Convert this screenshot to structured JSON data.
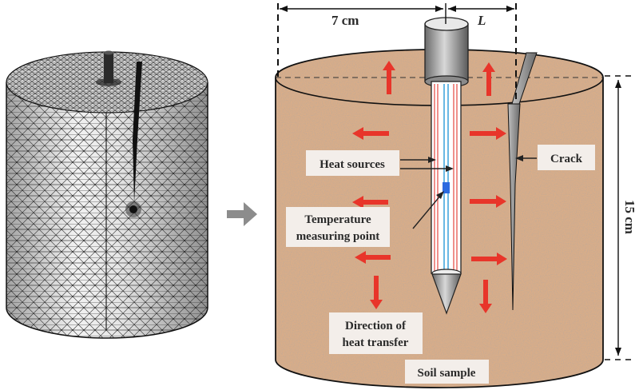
{
  "dimensions": {
    "radius": "7 cm",
    "crack_offset": "L",
    "height": "15 cm"
  },
  "labels": {
    "heat_sources": "Heat  sources",
    "temperature_line1": "Temperature",
    "temperature_line2": "measuring point",
    "crack": "Crack",
    "direction_line1": "Direction of",
    "direction_line2": "heat transfer",
    "soil_sample": "Soil sample"
  },
  "colors": {
    "soil": "#d9ad88",
    "heat_arrow": "#e8352a",
    "heat_line": "#e8605a",
    "sensor_line": "#2a9ad8",
    "sensor_point": "#2a6ae0",
    "transition_arrow": "#8c8c8c"
  }
}
